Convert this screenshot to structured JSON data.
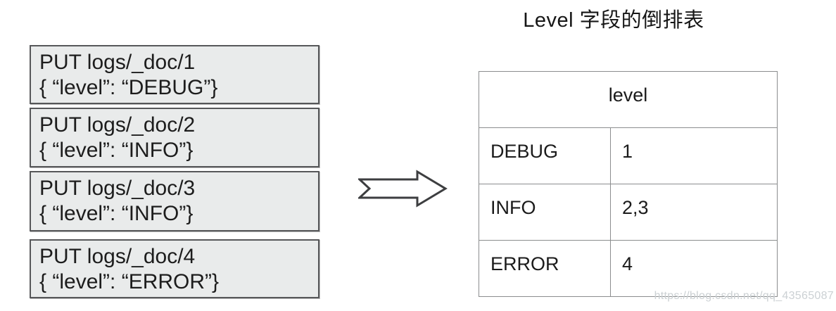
{
  "title": "Level 字段的倒排表",
  "docs": [
    {
      "line1": "PUT logs/_doc/1",
      "line2": "{ “level”: “DEBUG”}"
    },
    {
      "line1": "PUT logs/_doc/2",
      "line2": "{ “level”: “INFO”}"
    },
    {
      "line1": "PUT logs/_doc/3",
      "line2": "{ “level”: “INFO”}"
    },
    {
      "line1": "PUT logs/_doc/4",
      "line2": "{ “level”: “ERROR”}"
    }
  ],
  "inverted_index": {
    "header": "level",
    "rows": [
      {
        "term": "DEBUG",
        "postings": "1"
      },
      {
        "term": "INFO",
        "postings": "2,3"
      },
      {
        "term": "ERROR",
        "postings": "4"
      }
    ]
  },
  "watermark": "https://blog.csdn.net/qq_43565087",
  "colors": {
    "box_fill": "#e9ebeb",
    "box_border": "#565759",
    "table_border": "#8b8d8e",
    "text": "#1c1c1c",
    "watermark": "#ccd1d4",
    "arrow_stroke": "#3d3e40"
  }
}
